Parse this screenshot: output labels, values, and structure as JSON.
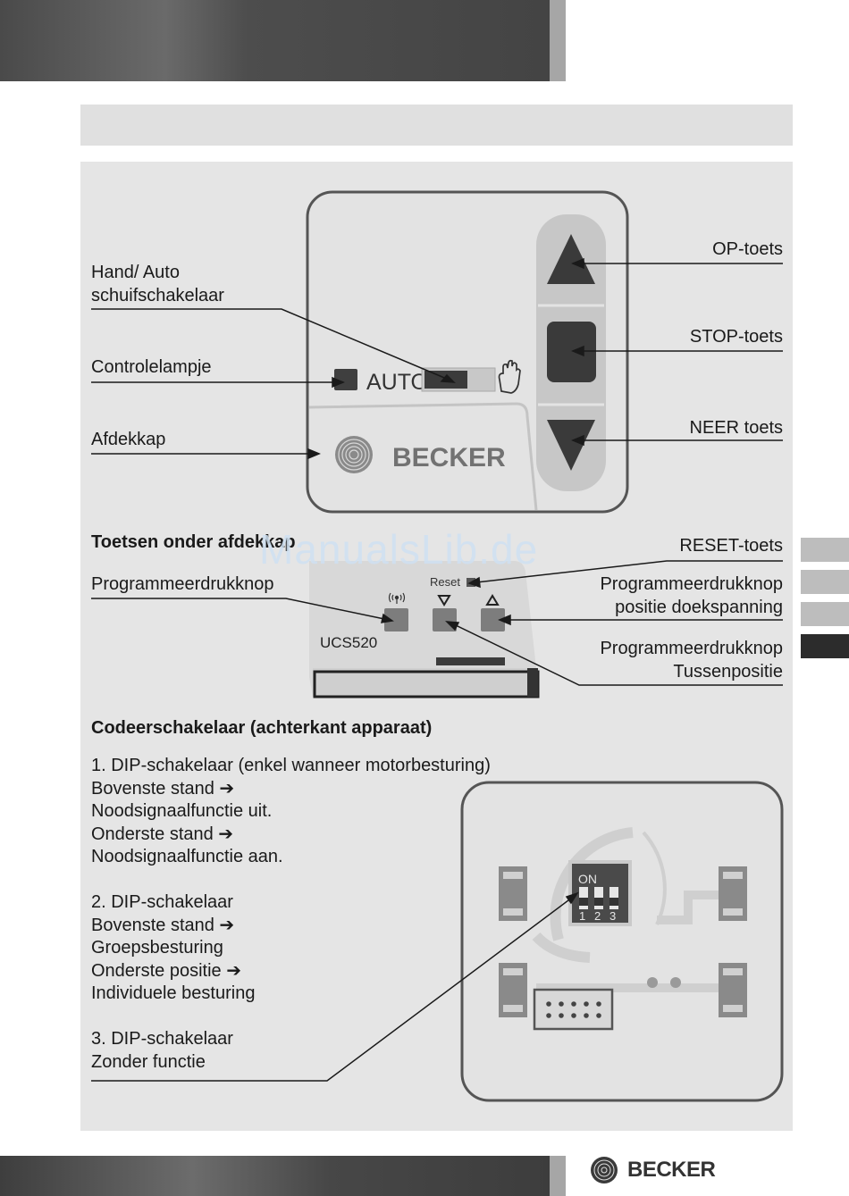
{
  "watermark": "ManualsLib.de",
  "remote": {
    "labels": {
      "hand_auto": [
        "Hand/ Auto",
        "schuifschakelaar"
      ],
      "control_lamp": "Controlelampje",
      "cover": "Afdekkap",
      "up_key": "OP-toets",
      "stop_key": "STOP-toets",
      "down_key": "NEER toets"
    },
    "auto_text": "AUTO",
    "brand": "BECKER"
  },
  "hidden_keys": {
    "heading": "Toetsen onder afdekkap",
    "reset_key": "RESET-toets",
    "program_button": "Programmeerdrukknop",
    "program_tension": [
      "Programmeerdrukknop",
      "positie doekspanning"
    ],
    "program_intermediate": [
      "Programmeerdrukknop",
      "Tussenpositie"
    ],
    "model": "UCS520",
    "reset_label": "Reset"
  },
  "coding_switch": {
    "heading": "Codeerschakelaar (achterkant apparaat)",
    "dip_on_label": "ON",
    "dip_numbers": [
      "1",
      "2",
      "3"
    ],
    "text_lines": [
      "1. DIP-schakelaar (enkel wanneer motorbesturing)",
      "Bovenste stand ➔",
      "Noodsignaalfunctie uit.",
      "Onderste stand ➔",
      "Noodsignaalfunctie aan.",
      "",
      "2. DIP-schakelaar",
      "Bovenste stand ➔",
      "Groepsbesturing",
      "Onderste positie ➔",
      "Individuele besturing",
      "",
      "3. DIP-schakelaar",
      "Zonder functie"
    ]
  },
  "footer": {
    "brand": "BECKER"
  },
  "side_tabs": {
    "count": 4,
    "active_index": 3
  },
  "colors": {
    "panel": "#e5e5e5",
    "dark": "#3a3a3a",
    "watermark": "#cfe1f2"
  }
}
